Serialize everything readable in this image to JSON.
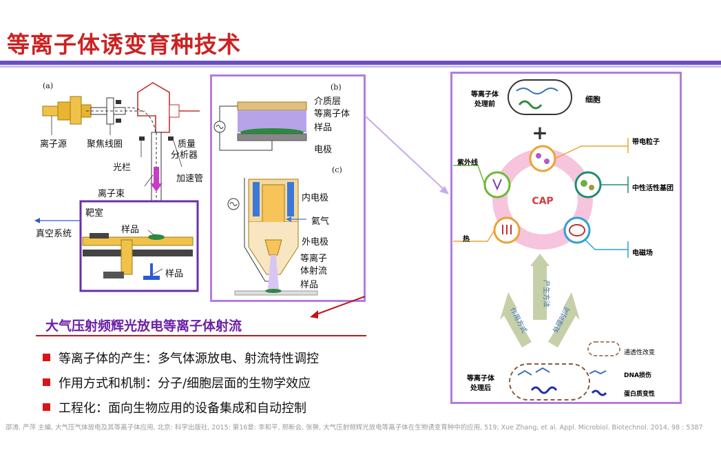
{
  "title": "等离子体诱变育种技术",
  "fig_a": {
    "panel": "(a)",
    "ion_source": "离子源",
    "focus_coil": "聚焦线圈",
    "mass_1": "质量",
    "mass_2": "分析器",
    "aperture": "光栏",
    "accel_tube": "加速管",
    "ion_beam": "离子束",
    "target_chamber": "靶室",
    "vacuum": "真空系统",
    "sample": "样品",
    "sample2": "样品"
  },
  "fig_bc": {
    "panel_b": "(b)",
    "panel_c": "(c)",
    "dielectric": "介质层",
    "plasma": "等离子体",
    "sample_b": "样品",
    "electrode": "电极",
    "inner_electrode": "内电极",
    "argon": "氦气",
    "outer_electrode": "外电极",
    "jet_1": "等离子",
    "jet_2": "体射流",
    "sample_c": "样品"
  },
  "fig_cap": {
    "before_1": "等离子体",
    "before_2": "处理前",
    "cell": "细胞",
    "plus": "+",
    "charged": "带电粒子",
    "uv": "紫外线",
    "neutral": "中性活性基团",
    "cap": "CAP",
    "heat": "热",
    "em": "电磁场",
    "method": "产生方法",
    "mode": "作用方式",
    "time": "处理时间",
    "after_1": "等离子体",
    "after_2": "处理后",
    "permeability": "通透性改变",
    "dna": "DNA损伤",
    "protein": "蛋白质变性"
  },
  "subtitle": "大气压射频辉光放电等离子体射流",
  "bullets": [
    "等离子体的产生：多气体源放电、射流特性调控",
    "作用方式和机制：分子/细胞层面的生物学效应",
    "工程化：面向生物应用的设备集成和自动控制"
  ],
  "references": "邵涛, 严萍 主编, 大气压气体放电及其等离子体应用, 北京: 科学出版社, 2015: 第16章: 李和平, 邢新会, 张翀, 大气压射频辉光放电等离子体在生物诱变育种中的应用, 519; Xue Zhang, et al. Appl. Microbiol. Biotechnol. 2014, 98 : 5387",
  "colors": {
    "title": "#cc2222",
    "rule": "#6a4fc0",
    "purple_box": "#7b3fb5",
    "red": "#c0141a",
    "subtitle": "#6b1fa6"
  }
}
